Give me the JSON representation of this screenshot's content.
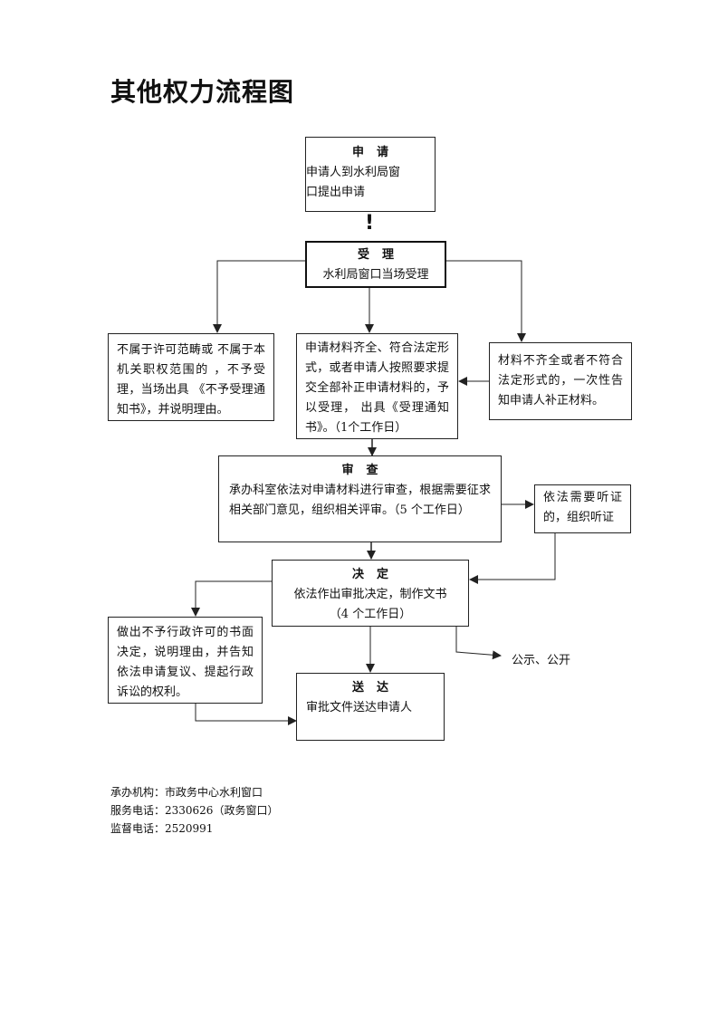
{
  "title": "其他权力流程图",
  "nodes": {
    "apply": {
      "head": "申请",
      "body": "申请人到水利局窗\n口提出申请"
    },
    "accept": {
      "head": "受理",
      "body": "水利局窗口当场受理"
    },
    "reject": {
      "body": "不属于许可范畴或  不属于本机关职权范围的 ，不予受理，当场出具 《不予受理通知书》，并说明理由。"
    },
    "complete": {
      "body": "申请材料齐全、符合法定形式，或者申请人按照要求提交全部补正申请材料的，予以受理， 出具《受理通知书》。（1个工作日）"
    },
    "incomplete": {
      "body": "材料不齐全或者不符合法定形式的，一次性告知申请人补正材料。"
    },
    "review": {
      "head": "审查",
      "body": "承办科室依法对申请材料进行审查，根据需要征求相关部门意见，组织相关评审。（5 个工作日）"
    },
    "hearing": {
      "body": "依法需要听证的，组织听证"
    },
    "decide": {
      "head": "决定",
      "line1": "依法作出审批决定，制作文书",
      "line2": "（4 个工作日）"
    },
    "deny": {
      "body": "做出不予行政许可的书面决定，说明理由，并告知依法申请复议、提起行政诉讼的权利。"
    },
    "deliver": {
      "head": "送达",
      "body": "审批文件送达申请人"
    }
  },
  "exclamation": "!",
  "publish_label": "公示、公开",
  "footer": {
    "org": "承办机构：市政务中心水利窗口",
    "service_phone": "服务电话：2330626（政务窗口）",
    "supervise_phone": "监督电话：2520991"
  }
}
